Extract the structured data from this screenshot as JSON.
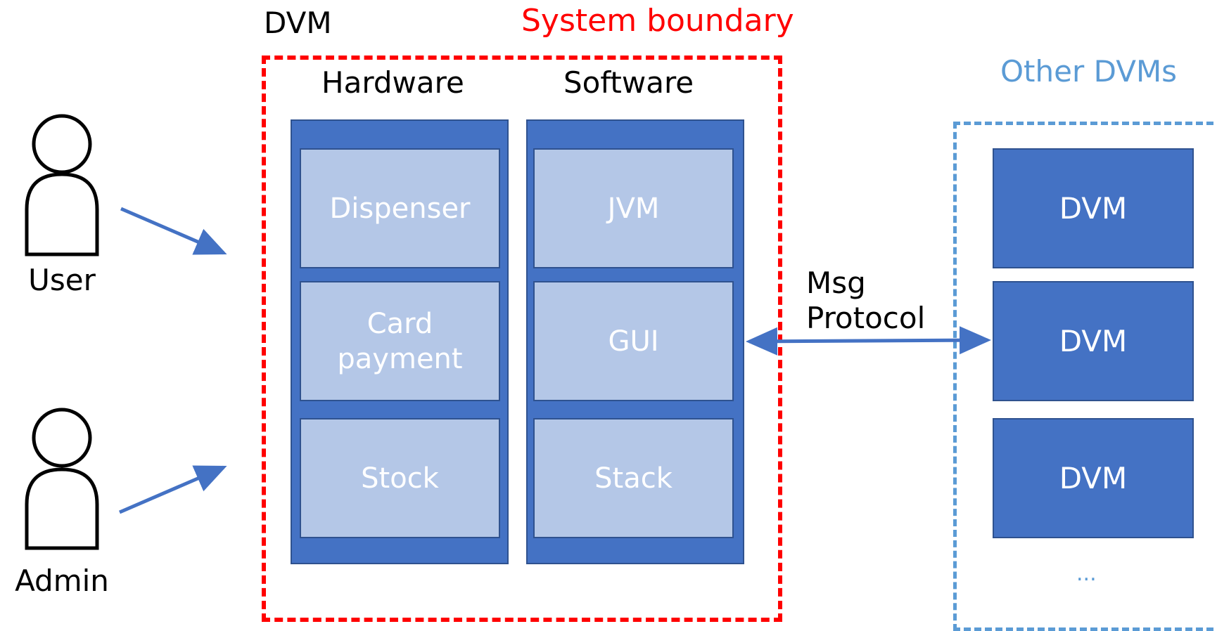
{
  "titles": {
    "dvm": "DVM",
    "system_boundary": "System boundary",
    "other_dvms": "Other DVMs"
  },
  "columns": {
    "hardware": {
      "header": "Hardware",
      "components": [
        "Dispenser",
        "Card\npayment",
        "Stock"
      ]
    },
    "software": {
      "header": "Software",
      "components": [
        "JVM",
        "GUI",
        "Stack"
      ]
    }
  },
  "actors": {
    "user": "User",
    "admin": "Admin"
  },
  "connection": {
    "label": "Msg\nProtocol"
  },
  "other_dvms": {
    "items": [
      "DVM",
      "DVM",
      "DVM"
    ],
    "more": "..."
  },
  "colors": {
    "system_boundary": "#ff0000",
    "other_boundary": "#5b9bd5",
    "box_dark": "#4472c4",
    "box_light": "#b4c7e7",
    "arrow": "#4472c4"
  }
}
